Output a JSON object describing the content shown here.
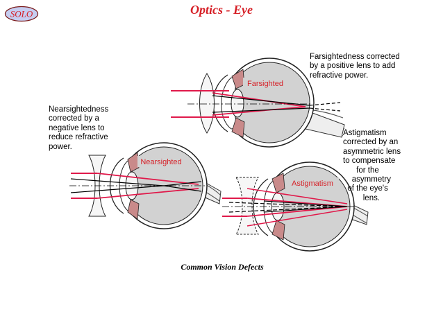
{
  "header": {
    "badge": "SOLO",
    "title": "Optics - Eye"
  },
  "figure": {
    "caption": "Common Vision Defects",
    "labels": {
      "farsighted": "Farsighted",
      "nearsighted": "Nearsighted",
      "astigmatism": "Astigmatism"
    },
    "notes": {
      "farsighted": "Farsightedness corrected\nby a positive lens to add\nrefractive power.",
      "nearsighted": "Nearsightedness\ncorrected by a\nnegative lens to\nreduce refractive\npower.",
      "astigmatism": "Astigmatism\ncorrected by an\nasymmetric lens\nto compensate\n      for the\n    asymmetry\n  of the eye's\n         lens."
    }
  },
  "colors": {
    "accent": "#d61f26",
    "badge_fill": "#c6cdf0",
    "eye_fill": "#d2d2d2",
    "ray": "#e0194a",
    "tissue": "#c98a8a"
  }
}
